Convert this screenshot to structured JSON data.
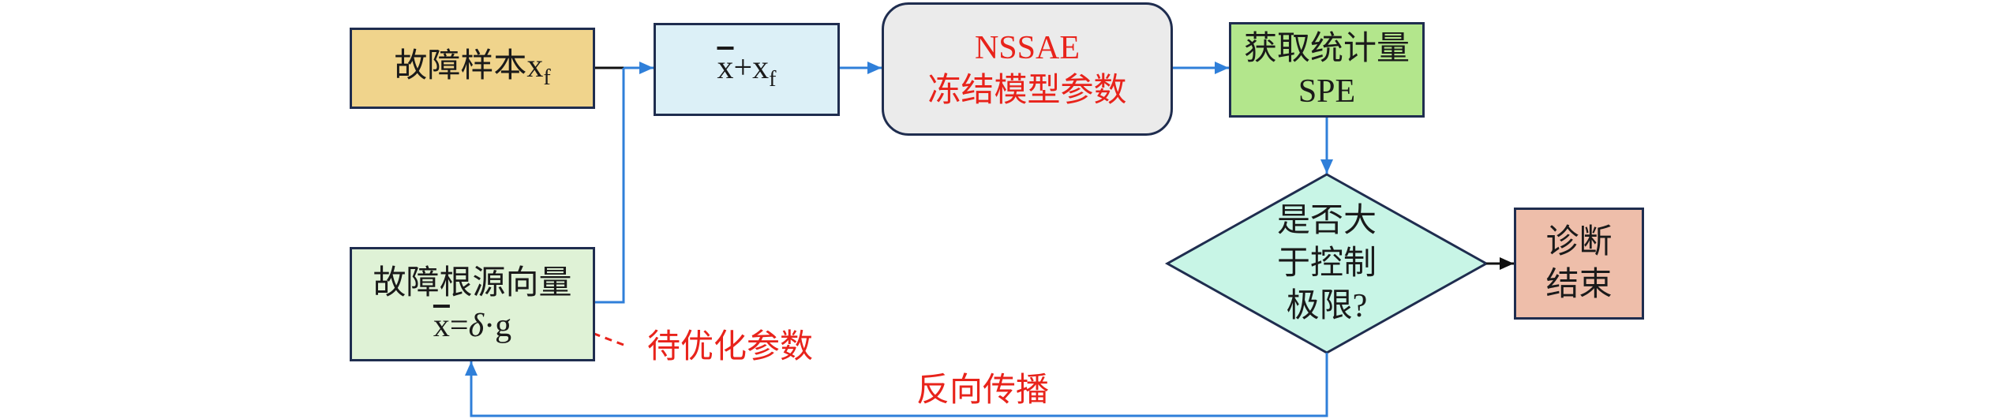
{
  "colors": {
    "stroke_dark": "#1f2d4f",
    "arrow_blue": "#2f7fd9",
    "annotation_red": "#e8231b",
    "fault_sample_fill": "#f0d48c",
    "sum_fill": "#dcf0f7",
    "nssae_fill": "#ebebeb",
    "spe_fill": "#b3e68c",
    "root_fill": "#dff2d6",
    "decision_fill": "#c8f5e6",
    "end_fill": "#eebeaa"
  },
  "nodes": {
    "fault_sample": {
      "text": "故障样本x",
      "sub": "f"
    },
    "sum": {
      "bar_x": "x",
      "plus": "+x",
      "sub": "f"
    },
    "nssae": {
      "line1": "NSSAE",
      "line2": "冻结模型参数"
    },
    "spe": {
      "line1": "获取统计量",
      "line2": "SPE"
    },
    "decision": {
      "line1": "是否大",
      "line2": "于控制",
      "line3": "极限?"
    },
    "end": {
      "line1": "诊断",
      "line2": "结束"
    },
    "root_vector": {
      "line1": "故障根源向量",
      "bar_x": "x",
      "eq": "=",
      "delta": "δ",
      "tail": "·g"
    }
  },
  "annotations": {
    "optimize": "待优化参数",
    "backprop": "反向传播"
  }
}
